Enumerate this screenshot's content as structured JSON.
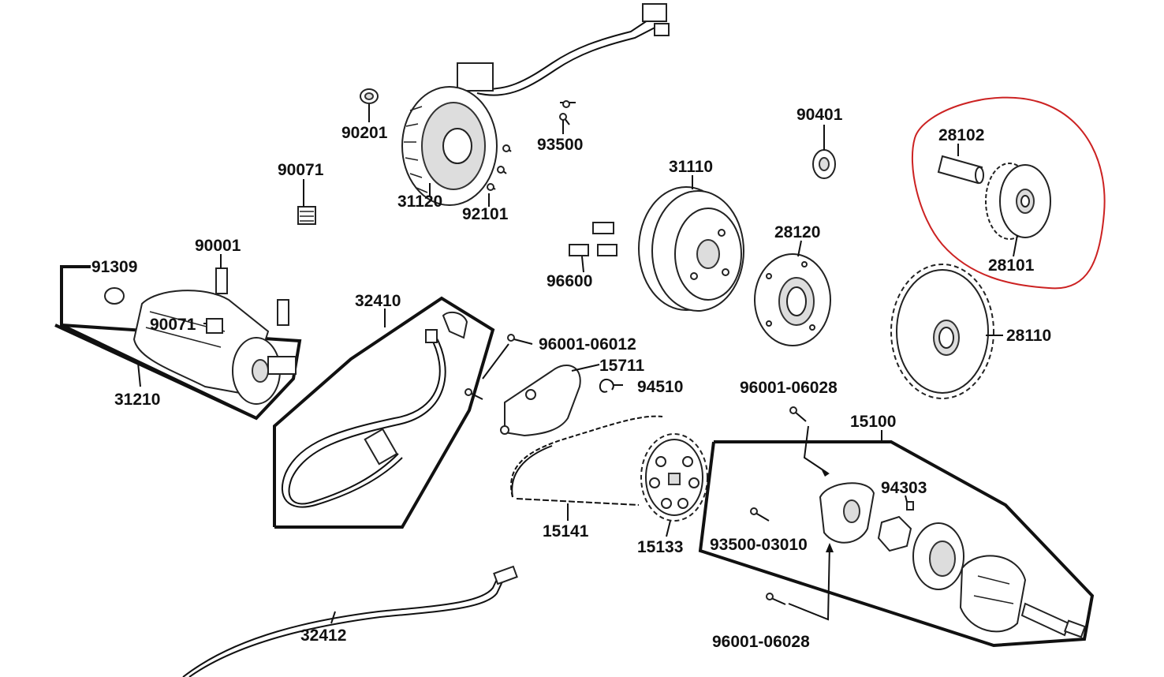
{
  "labels": {
    "p90201": "90201",
    "p93500": "93500",
    "p31120": "31120",
    "p92101": "92101",
    "p90071a": "90071",
    "p90401": "90401",
    "p31110": "31110",
    "p28102": "28102",
    "p28101": "28101",
    "p28120": "28120",
    "p96600": "96600",
    "p90001": "90001",
    "p91309": "91309",
    "p90071b": "90071",
    "p31210": "31210",
    "p32410": "32410",
    "p96001_06012": "96001-06012",
    "p15711": "15711",
    "p94510": "94510",
    "p28110": "28110",
    "p96001_06028a": "96001-06028",
    "p15100": "15100",
    "p94303": "94303",
    "p93500_03010": "93500-03010",
    "p15141": "15141",
    "p15133": "15133",
    "p32412": "32412",
    "p96001_06028b": "96001-06028"
  },
  "colors": {
    "highlight": "#cc2222",
    "ink": "#111111"
  }
}
